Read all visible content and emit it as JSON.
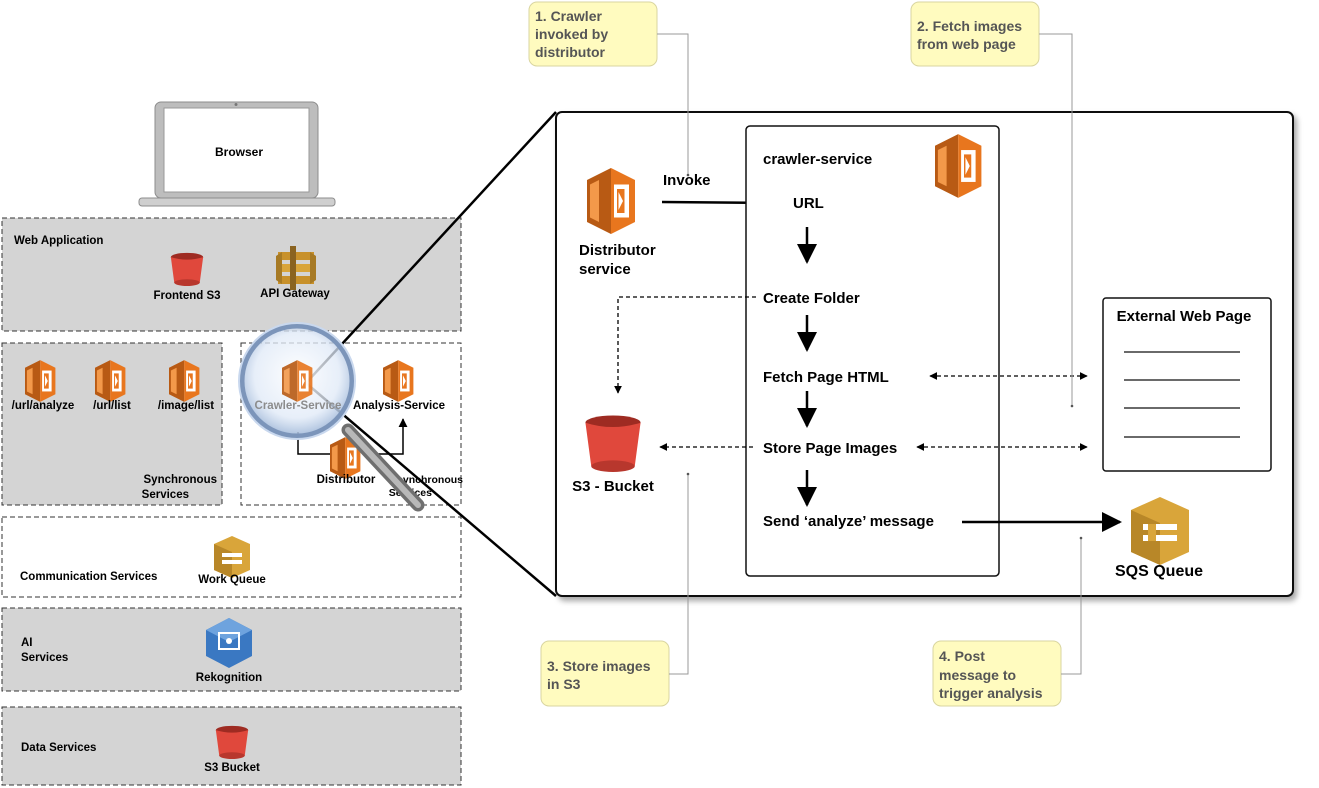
{
  "left_panel": {
    "browser_label": "Browser",
    "web_application": {
      "title": "Web Application",
      "frontend_s3": "Frontend S3",
      "api_gateway": "API Gateway"
    },
    "synchronous": {
      "url_analyze": "/url/analyze",
      "url_list": "/url/list",
      "image_list": "/image/list",
      "title_line1": "Synchronous",
      "title_line2": "Services"
    },
    "asynchronous": {
      "crawler_service": "Crawler-Service",
      "analysis_service": "Analysis-Service",
      "distributor": "Distributor",
      "title_line1": "Asynchronous",
      "title_line2": "Services"
    },
    "communication": {
      "title": "Communication Services",
      "work_queue": "Work Queue"
    },
    "ai": {
      "title_line1": "AI",
      "title_line2": "Services",
      "rekognition": "Rekognition"
    },
    "data": {
      "title": "Data Services",
      "s3_bucket": "S3 Bucket"
    }
  },
  "detail": {
    "invoke_label": "Invoke",
    "distributor_line1": "Distributor",
    "distributor_line2": "service",
    "s3_bucket_label": "S3 - Bucket",
    "crawler_title": "crawler-service",
    "steps": {
      "url": "URL",
      "create_folder": "Create Folder",
      "fetch_html": "Fetch Page HTML",
      "store_images": "Store Page Images",
      "send_message": "Send ‘analyze’ message"
    },
    "external_page_title": "External Web Page",
    "sqs_label": "SQS Queue"
  },
  "notes": {
    "note1": [
      "1. Crawler",
      "invoked by",
      "distributor"
    ],
    "note2": [
      "2. Fetch images",
      "from web page"
    ],
    "note3": [
      "3. Store images",
      "in S3"
    ],
    "note4": [
      "4. Post",
      "message to",
      "trigger analysis"
    ]
  },
  "colors": {
    "lambda_orange": "#E8761E",
    "s3_red": "#E0483C",
    "sqs_gold": "#D9A53A",
    "rekognition_blue": "#3A78C2",
    "note_fill": "#FFFBBF",
    "panel_gray": "#D4D4D4"
  }
}
